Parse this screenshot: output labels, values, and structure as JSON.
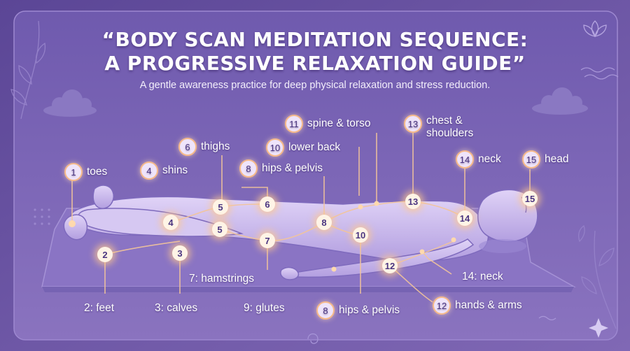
{
  "title_line1": "“BODY SCAN MEDITATION SEQUENCE:",
  "title_line2": "A PROGRESSIVE RELAXATION GUIDE”",
  "subtitle": "A gentle awareness practice for deep physical relaxation and stress reduction.",
  "labels": {
    "toes": {
      "num": "1",
      "text": "toes"
    },
    "shins": {
      "num": "4",
      "text": "shins"
    },
    "thighs": {
      "num": "6",
      "text": "thighs"
    },
    "hips_top": {
      "num": "8",
      "text": "hips & pelvis"
    },
    "lower_back": {
      "num": "10",
      "text": "lower back"
    },
    "spine": {
      "num": "11",
      "text": "spine & torso"
    },
    "chest": {
      "num": "13",
      "text": "chest &",
      "text2": "shoulders"
    },
    "neck_top": {
      "num": "14",
      "text": "neck"
    },
    "head": {
      "num": "15",
      "text": "head"
    },
    "feet": {
      "text": "2: feet"
    },
    "calves": {
      "text": "3: calves"
    },
    "hamstrings": {
      "text": "7: hamstrings"
    },
    "glutes": {
      "text": "9: glutes"
    },
    "hips_bottom": {
      "num": "8",
      "text": "hips & pelvis"
    },
    "hands": {
      "num": "12",
      "text": "hands & arms"
    },
    "neck_side": {
      "text": "14: neck"
    }
  },
  "markers": {
    "m2": "2",
    "m3": "3",
    "m4": "4",
    "m5a": "5",
    "m5b": "5",
    "m6": "6",
    "m7": "7",
    "m8": "8",
    "m10": "10",
    "m12": "12",
    "m13": "13",
    "m14": "14",
    "m15": "15"
  },
  "colors": {
    "background": "#6a54a3",
    "accent_glow": "#ffc78a",
    "body": "#c4b2ea"
  }
}
